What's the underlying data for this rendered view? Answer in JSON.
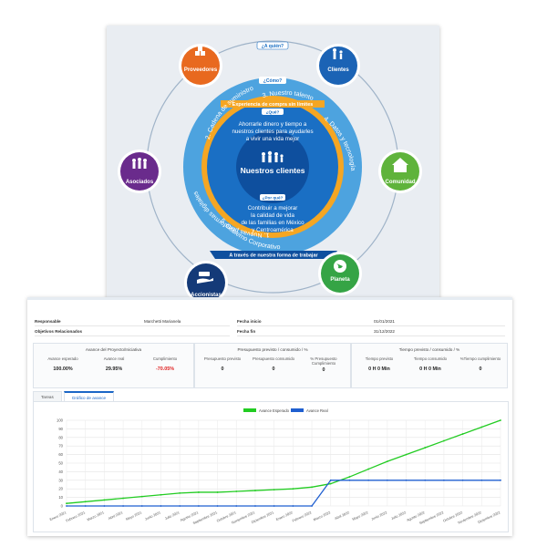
{
  "diagram": {
    "who_tag": "¿A quién?",
    "how_tag": "¿Cómo?",
    "what_tag": "¿Qué?",
    "why_tag": "¿Por qué?",
    "experience_band": "Experiencia de compra sin límites",
    "bottom_band": "A través de nuestra forma de trabajar",
    "center_title": "Nuestros clientes",
    "what_text": [
      "Ahorrarle dinero y tiempo a",
      "nuestros clientes para ayudarles",
      "a vivir una vida mejor"
    ],
    "why_text": [
      "Contribuir a mejorar",
      "la calidad de vida",
      "de las familias en México",
      "y Centroamérica"
    ],
    "ring_labels": [
      "1. Nuevas plataformas digitales",
      "2. Cadena de suministro",
      "3. Nuestro talento",
      "4. Datos y tecnología",
      "5. Gobierno Corporativo"
    ],
    "nodes": [
      {
        "label": "Proveedores",
        "color": "#e8691f",
        "icon": "boxes-icon"
      },
      {
        "label": "Clientes",
        "color": "#1b63b5",
        "icon": "family-icon"
      },
      {
        "label": "Comunidad",
        "color": "#5fb33b",
        "icon": "house-icon"
      },
      {
        "label": "Planeta",
        "color": "#35a445",
        "icon": "globe-icon"
      },
      {
        "label": "Accionistas",
        "color": "#143a78",
        "icon": "money-hand-icon"
      },
      {
        "label": "Asociados",
        "color": "#6a2b8c",
        "icon": "people-icon"
      }
    ],
    "colors": {
      "outer_ring": "#4da3df",
      "gold_ring": "#f5a623",
      "inner_blue": "#1a6fc4",
      "dark_band": "#0e4f9e"
    }
  },
  "dashboard": {
    "responsible_label": "Responsable",
    "responsible_value": "Marchetti Marianela",
    "objectives_label": "Objetivos Relacionados",
    "start_label": "Fecha inicio",
    "start_value": "01/01/2021",
    "end_label": "Fecha fin",
    "end_value": "31/12/2022",
    "progress_box": {
      "title": "Avance del Proyecto/Iniciativa",
      "cols": [
        {
          "label": "Avance esperado",
          "value": "100.00%"
        },
        {
          "label": "Avance real",
          "value": "29.95%"
        },
        {
          "label": "Cumplimiento",
          "value": "-70.05%"
        }
      ]
    },
    "budget_box": {
      "title": "Presupuesto previsto / consumido / %",
      "cols": [
        {
          "label": "Presupuesto previsto",
          "value": "0"
        },
        {
          "label": "Presupuesto consumido",
          "value": "0"
        },
        {
          "label": "% Presupuesto Cumplimiento",
          "value": "0"
        }
      ]
    },
    "time_box": {
      "title": "Tiempo previsto / consumido / %",
      "cols": [
        {
          "label": "Tiempo previsto",
          "value": "0 H 0 Min"
        },
        {
          "label": "Tiempo consumido",
          "value": "0 H 0 Min"
        },
        {
          "label": "%Tiempo cumplimiento",
          "value": "0"
        }
      ]
    },
    "tabs": [
      "Tareas",
      "Gráfico de avance"
    ],
    "negative_color": "#e02020"
  },
  "chart_data": {
    "type": "line",
    "categories": [
      "Enero 2021",
      "Febrero 2021",
      "Marzo 2021",
      "Abril 2021",
      "Mayo 2021",
      "Junio 2021",
      "Julio 2021",
      "Agosto 2021",
      "Septiembre 2021",
      "Octubre 2021",
      "Noviembre 2021",
      "Diciembre 2021",
      "Enero 2022",
      "Febrero 2022",
      "Marzo 2022",
      "Abril 2022",
      "Mayo 2022",
      "Junio 2022",
      "Julio 2022",
      "Agosto 2022",
      "Septiembre 2022",
      "Octubre 2022",
      "Noviembre 2022",
      "Diciembre 2022"
    ],
    "series": [
      {
        "name": "Avance Esperado",
        "color": "#22cc22",
        "values": [
          3,
          5,
          7,
          9,
          11,
          13,
          15,
          16,
          16,
          17,
          18,
          19,
          20,
          22,
          26,
          34,
          43,
          52,
          60,
          68,
          76,
          84,
          92,
          100
        ]
      },
      {
        "name": "Avance Real",
        "color": "#1f5fd0",
        "values": [
          0,
          0,
          0,
          0,
          0,
          0,
          0,
          0,
          0,
          0,
          0,
          0,
          0,
          0,
          30,
          30,
          30,
          30,
          30,
          30,
          30,
          30,
          30,
          30
        ]
      }
    ],
    "ylim": [
      0,
      100
    ],
    "yticks": [
      0,
      10,
      20,
      30,
      40,
      50,
      60,
      70,
      80,
      90,
      100
    ],
    "grid": true,
    "legend": "top-center"
  }
}
